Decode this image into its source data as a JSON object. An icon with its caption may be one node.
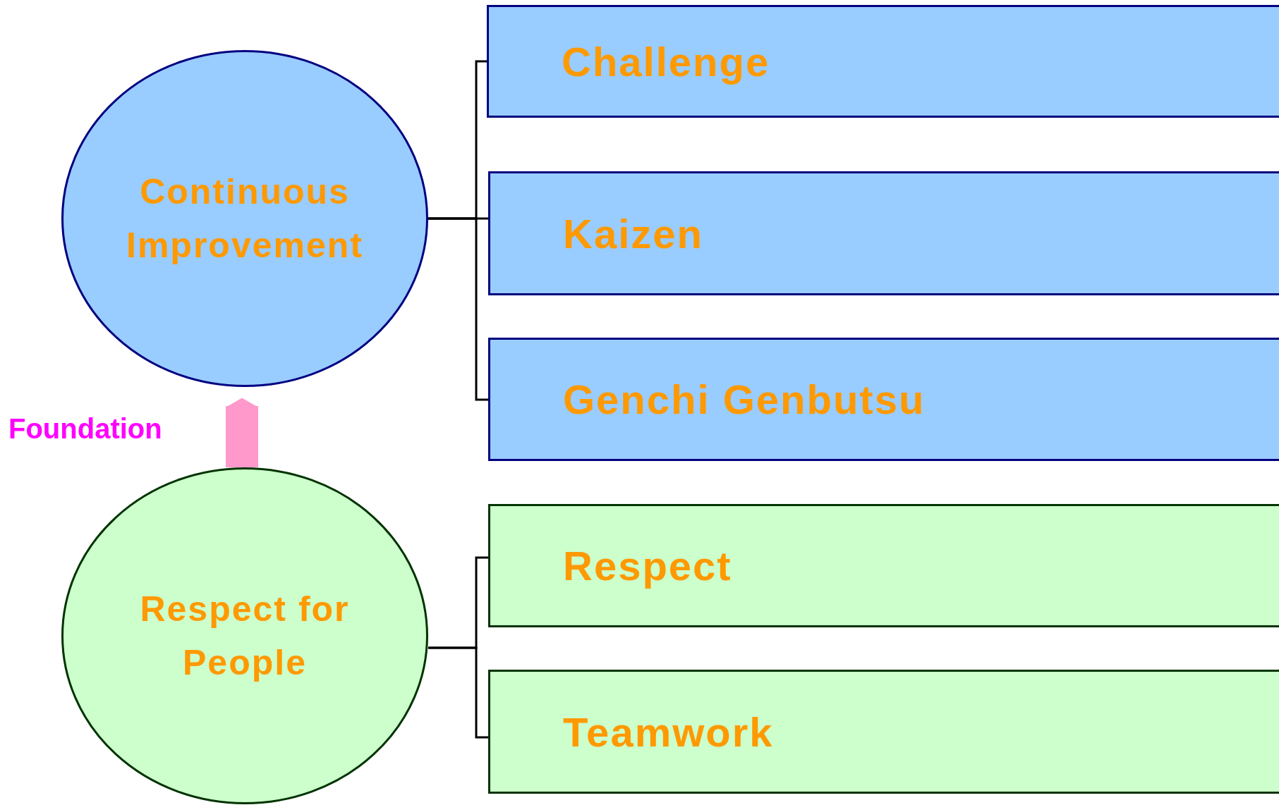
{
  "diagram": {
    "nodes": [
      {
        "text": [
          "Continuous Improvement"
        ]
      },
      {
        "text": [
          "Challenge"
        ]
      },
      {
        "text": [
          "Kaizen"
        ]
      },
      {
        "text": [
          "Genchi Genbutsu"
        ]
      },
      {
        "text": [
          "Respect for People"
        ]
      },
      {
        "text": [
          "Respect"
        ]
      },
      {
        "text": [
          "Teamwork"
        ]
      }
    ],
    "edges": [
      {
        "from": 0,
        "to": 1,
        "arrow": "none"
      },
      {
        "from": 0,
        "to": 2,
        "arrow": "none"
      },
      {
        "from": 0,
        "to": 3,
        "arrow": "none"
      },
      {
        "from": 4,
        "to": 5,
        "arrow": "none"
      },
      {
        "from": 4,
        "to": 6,
        "arrow": "none"
      },
      {
        "from": 4,
        "to": 0,
        "arrow": "to",
        "label": "Foundation",
        "style": "thick",
        "color": "#ff99cc"
      }
    ]
  }
}
